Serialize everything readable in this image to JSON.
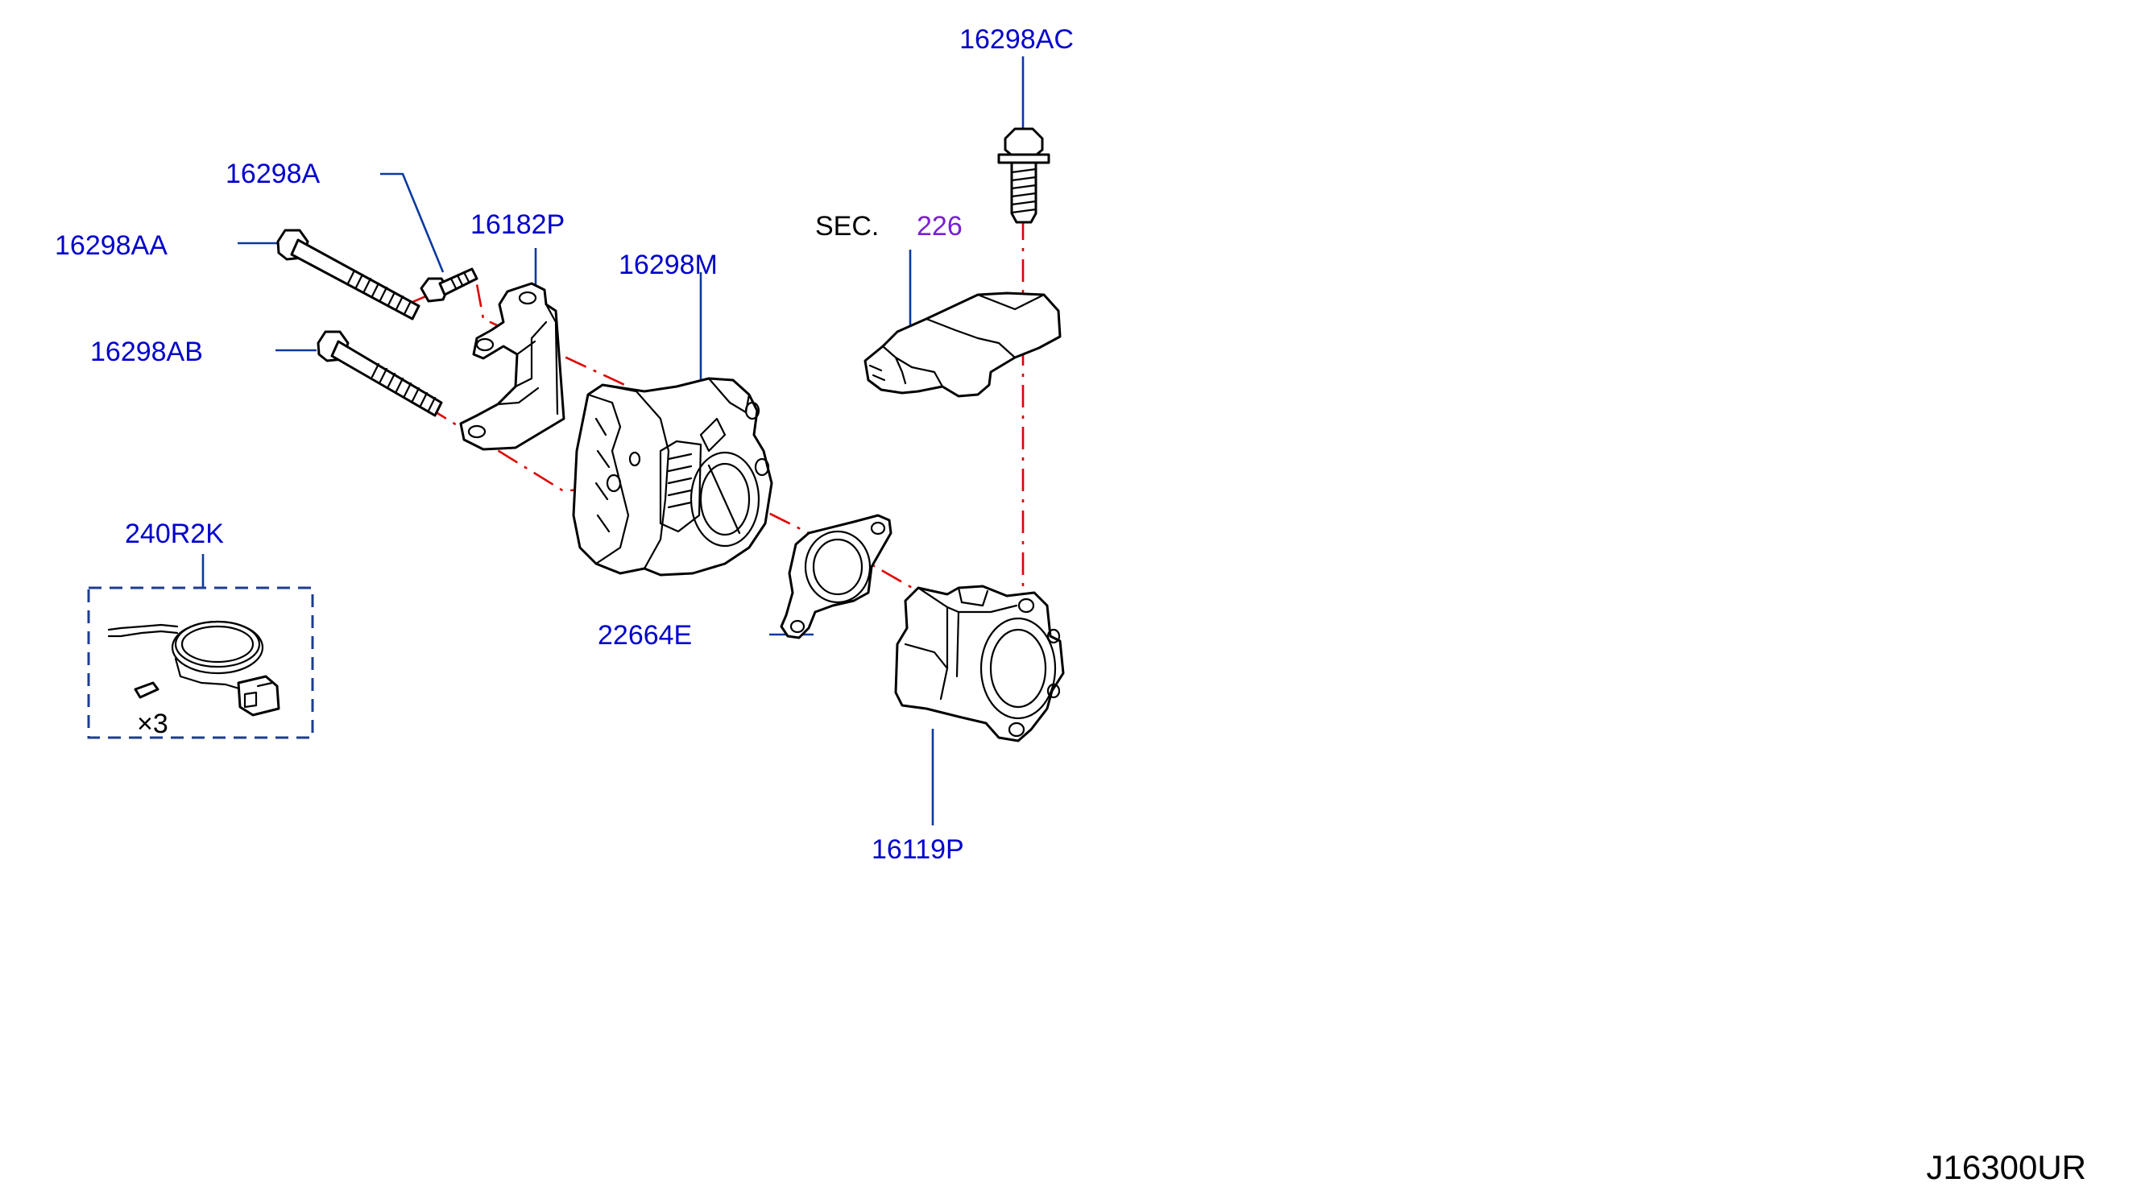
{
  "labels": {
    "p16298AC": "16298AC",
    "p16298A": "16298A",
    "p16182P": "16182P",
    "p16298AA": "16298AA",
    "p16298M": "16298M",
    "p16298AB": "16298AB",
    "sec": "SEC.",
    "sec_num": "226",
    "p240R2K": "240R2K",
    "p22664E": "22664E",
    "qty": "×3",
    "p16119P": "16119P"
  },
  "diagram_code": "J16300UR",
  "colors": {
    "part_number_text": "#0000cc",
    "section_number_text": "#7a1fd6",
    "center_line": "#e00000",
    "leader_line": "#0a3a9e"
  }
}
